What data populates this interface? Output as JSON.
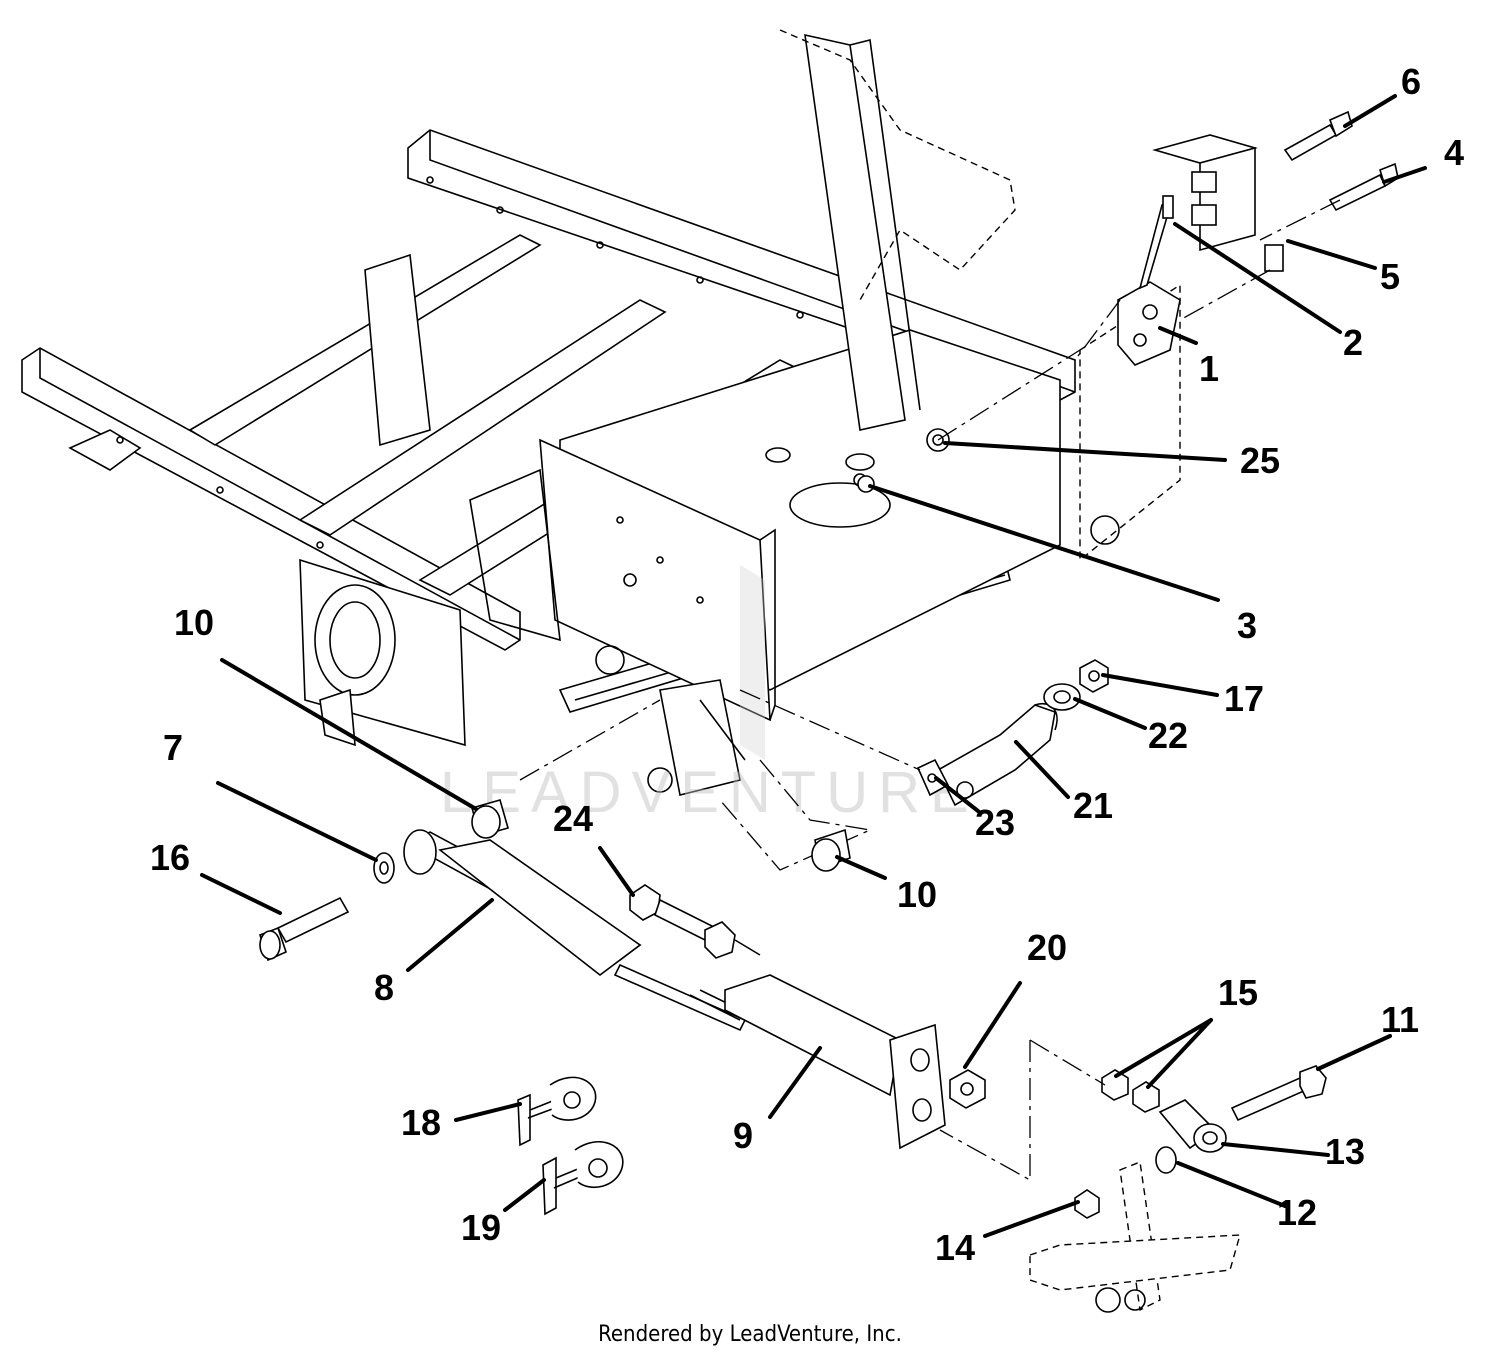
{
  "footer": "Rendered by LeadVenture, Inc.",
  "watermark": "LEADVENTURE",
  "callouts": [
    {
      "id": "c1",
      "label": "1"
    },
    {
      "id": "c2",
      "label": "2"
    },
    {
      "id": "c3",
      "label": "3"
    },
    {
      "id": "c4",
      "label": "4"
    },
    {
      "id": "c5",
      "label": "5"
    },
    {
      "id": "c6",
      "label": "6"
    },
    {
      "id": "c7",
      "label": "7"
    },
    {
      "id": "c8",
      "label": "8"
    },
    {
      "id": "c9",
      "label": "9"
    },
    {
      "id": "c10a",
      "label": "10"
    },
    {
      "id": "c10b",
      "label": "10"
    },
    {
      "id": "c11",
      "label": "11"
    },
    {
      "id": "c12",
      "label": "12"
    },
    {
      "id": "c13",
      "label": "13"
    },
    {
      "id": "c14",
      "label": "14"
    },
    {
      "id": "c15",
      "label": "15"
    },
    {
      "id": "c16",
      "label": "16"
    },
    {
      "id": "c17",
      "label": "17"
    },
    {
      "id": "c18",
      "label": "18"
    },
    {
      "id": "c19",
      "label": "19"
    },
    {
      "id": "c20",
      "label": "20"
    },
    {
      "id": "c21",
      "label": "21"
    },
    {
      "id": "c22",
      "label": "22"
    },
    {
      "id": "c23",
      "label": "23"
    },
    {
      "id": "c24",
      "label": "24"
    },
    {
      "id": "c25",
      "label": "25"
    }
  ]
}
